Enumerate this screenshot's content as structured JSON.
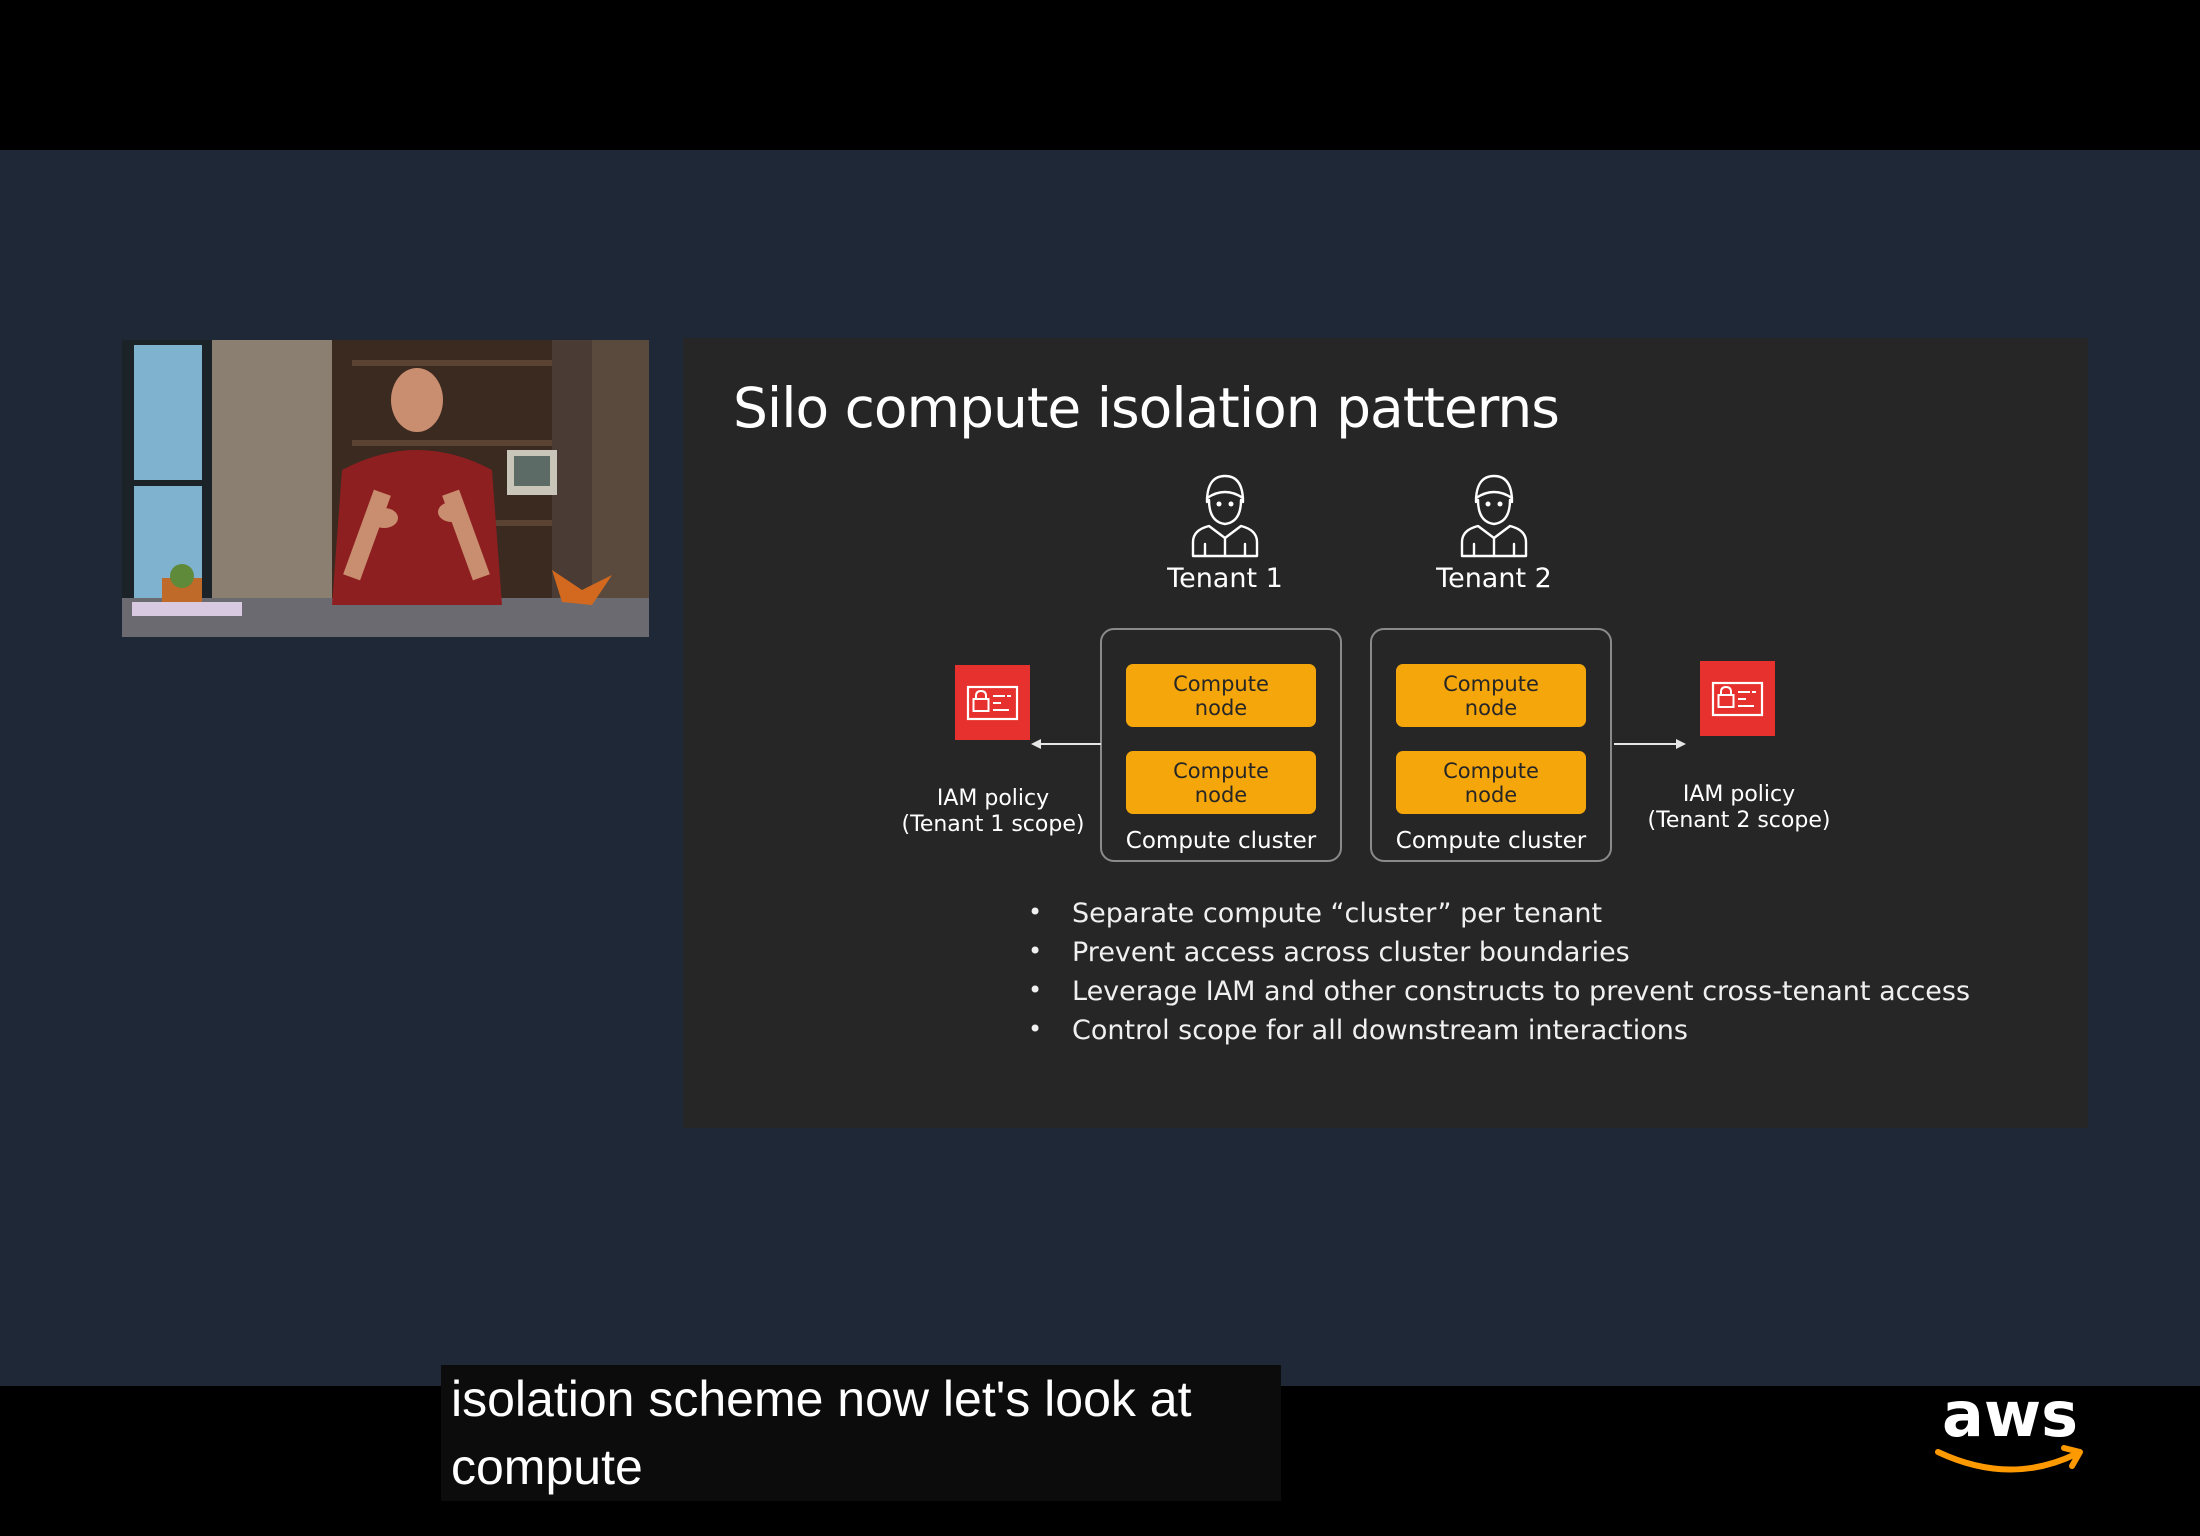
{
  "slide": {
    "title": "Silo compute isolation patterns",
    "tenants": [
      {
        "label": "Tenant 1"
      },
      {
        "label": "Tenant 2"
      }
    ],
    "clusters": [
      {
        "nodes": [
          "Compute node",
          "Compute node"
        ],
        "label": "Compute cluster"
      },
      {
        "nodes": [
          "Compute node",
          "Compute node"
        ],
        "label": "Compute cluster"
      }
    ],
    "policies": [
      {
        "line1": "IAM policy",
        "line2": "(Tenant 1 scope)",
        "icon": "iam-policy-icon"
      },
      {
        "line1": "IAM policy",
        "line2": "(Tenant 2 scope)",
        "icon": "iam-policy-icon"
      }
    ],
    "bullets": [
      "Separate compute “cluster” per tenant",
      "Prevent access across cluster boundaries",
      "Leverage IAM and other constructs to prevent cross-tenant access",
      "Control scope for all downstream interactions"
    ]
  },
  "logo": {
    "text": "aws"
  },
  "caption": {
    "line1": "isolation scheme now let's look at",
    "line2": "compute"
  },
  "colors": {
    "stage_background": "#1f2836",
    "slide_background": "#262626",
    "compute_node": "#f5a60a",
    "iam_policy": "#e7312e",
    "aws_smile": "#ff9900"
  }
}
